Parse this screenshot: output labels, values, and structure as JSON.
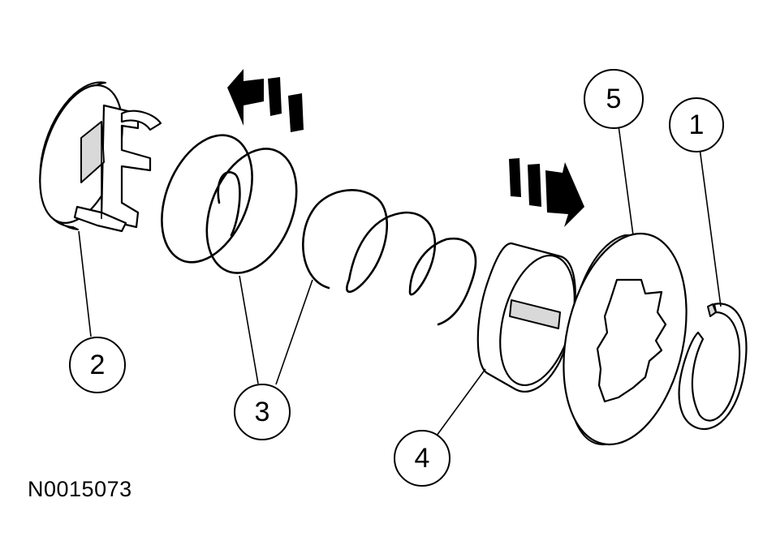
{
  "figure_id": "N0015073",
  "callouts": [
    {
      "id": "callout-1",
      "label": "1"
    },
    {
      "id": "callout-2",
      "label": "2"
    },
    {
      "id": "callout-3",
      "label": "3"
    },
    {
      "id": "callout-4",
      "label": "4"
    },
    {
      "id": "callout-5",
      "label": "5"
    }
  ]
}
